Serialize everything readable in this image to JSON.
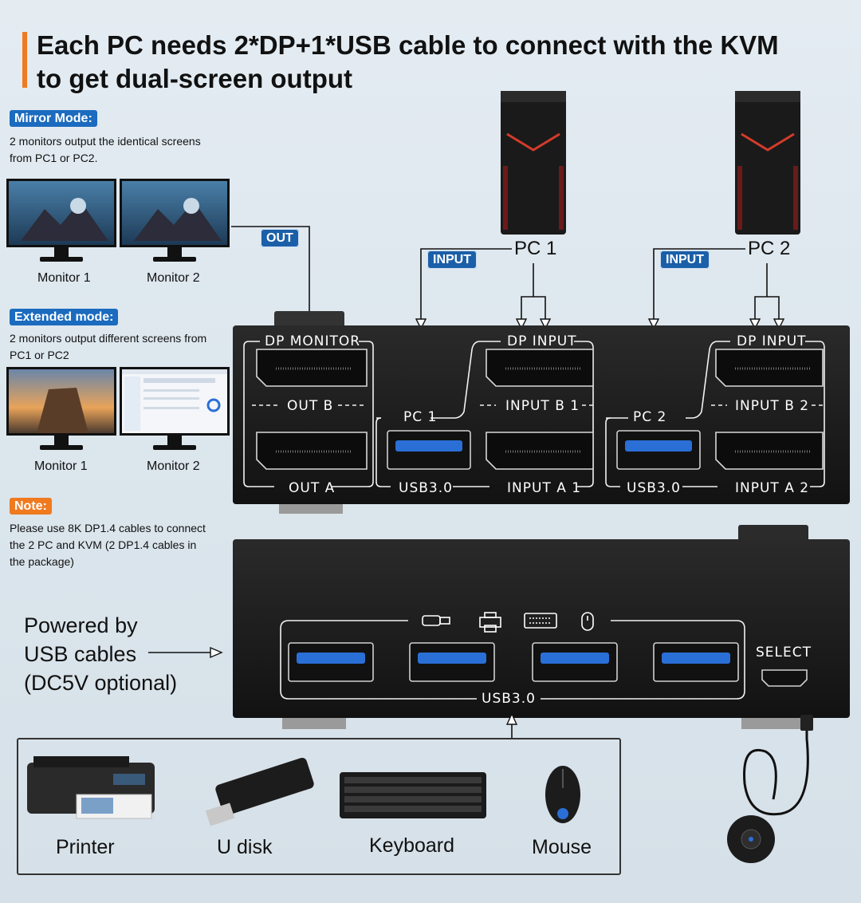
{
  "title": {
    "line1": "Each PC needs 2*DP+1*USB cable to connect with the KVM",
    "line2": "to get dual-screen output"
  },
  "mirror": {
    "tag": "Mirror Mode:",
    "desc1": "2 monitors output the identical screens",
    "desc2": "from PC1 or PC2.",
    "monitor1": "Monitor 1",
    "monitor2": "Monitor 2"
  },
  "extended": {
    "tag": "Extended mode:",
    "desc1": "2 monitors output different screens from",
    "desc2": "PC1 or PC2",
    "monitor1": "Monitor 1",
    "monitor2": "Monitor 2"
  },
  "note": {
    "tag": "Note:",
    "line1": "Please use 8K DP1.4 cables to connect",
    "line2": "the 2 PC and KVM (2 DP1.4 cables in",
    "line3": "the package)"
  },
  "flow": {
    "out": "OUT",
    "input1": "INPUT",
    "input2": "INPUT",
    "pc1": "PC 1",
    "pc2": "PC 2"
  },
  "kvm_back": {
    "dp_monitor": "DP MONITOR",
    "out_b": "OUT B",
    "out_a": "OUT A",
    "dp_input_1": "DP INPUT",
    "input_b1": "INPUT B 1",
    "input_a1": "INPUT A 1",
    "pc1": "PC 1",
    "usb_1": "USB3.0",
    "dp_input_2": "DP INPUT",
    "input_b2": "INPUT B 2",
    "input_a2": "INPUT A 2",
    "pc2": "PC 2",
    "usb_2": "USB3.0"
  },
  "kvm_front": {
    "select": "SELECT",
    "usb": "USB3.0"
  },
  "powered": {
    "line1": "Powered by",
    "line2": "USB cables",
    "line3": "(DC5V optional)"
  },
  "devices": {
    "printer": "Printer",
    "udisk": "U disk",
    "keyboard": "Keyboard",
    "mouse": "Mouse"
  },
  "icons": [
    "usb-plug-icon",
    "printer-icon",
    "keyboard-icon",
    "mouse-icon"
  ],
  "colors": {
    "accent": "#f07a1f",
    "tag_blue": "#1b6bbf",
    "usb_blue": "#2a6fd6",
    "kvm_body": "#1a1a1a"
  }
}
